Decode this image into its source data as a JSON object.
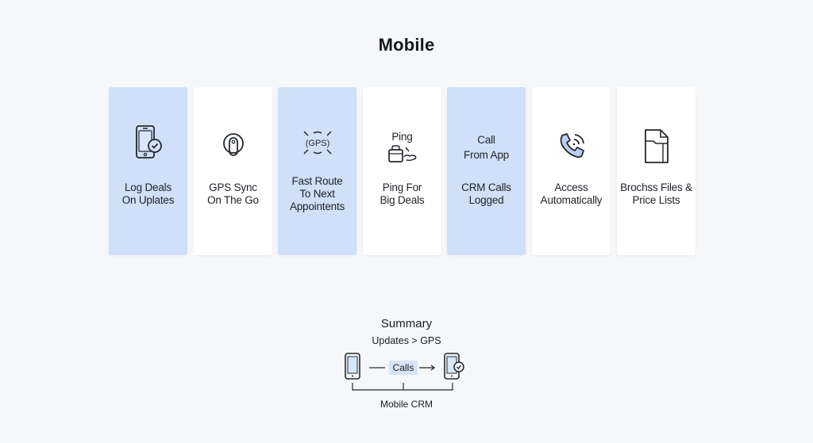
{
  "title": "Mobile",
  "cards": [
    {
      "id": "log-deals",
      "lines": [
        "Log Deals",
        "On Uplates"
      ],
      "icon": "phone-check-icon",
      "highlighted": true
    },
    {
      "id": "gps-sync",
      "lines": [
        "GPS Sync",
        "On The Go"
      ],
      "icon": "location-pin-icon",
      "highlighted": false
    },
    {
      "id": "fast-route",
      "lines": [
        "Fast Route",
        "To Next",
        "Appointents"
      ],
      "icon": "gps-signal-icon",
      "icon_text": "(GPS)",
      "highlighted": true
    },
    {
      "id": "ping",
      "top_label": "Ping",
      "lines": [
        "Ping For",
        "Big Deals"
      ],
      "icon": "bag-hand-icon",
      "highlighted": false
    },
    {
      "id": "crm-calls",
      "top_lines": [
        "Call",
        "From App"
      ],
      "lines": [
        "CRM Calls",
        "Logged"
      ],
      "highlighted": true
    },
    {
      "id": "access",
      "lines": [
        "Access",
        "Automatically"
      ],
      "icon": "phone-call-icon",
      "highlighted": false
    },
    {
      "id": "brochures",
      "lines": [
        "Brochss Files &",
        "Price Lists"
      ],
      "icon": "document-folder-icon",
      "highlighted": false
    }
  ],
  "summary": {
    "title": "Summary",
    "subtitle": "Updates > GPS",
    "chip": "Calls",
    "footer": "Mobile CRM"
  },
  "colors": {
    "background": "#f6f7f9",
    "card": "#ffffff",
    "card_highlight": "#cfe0f8",
    "accent_fill": "#b9d0f2",
    "stroke": "#24282e"
  }
}
